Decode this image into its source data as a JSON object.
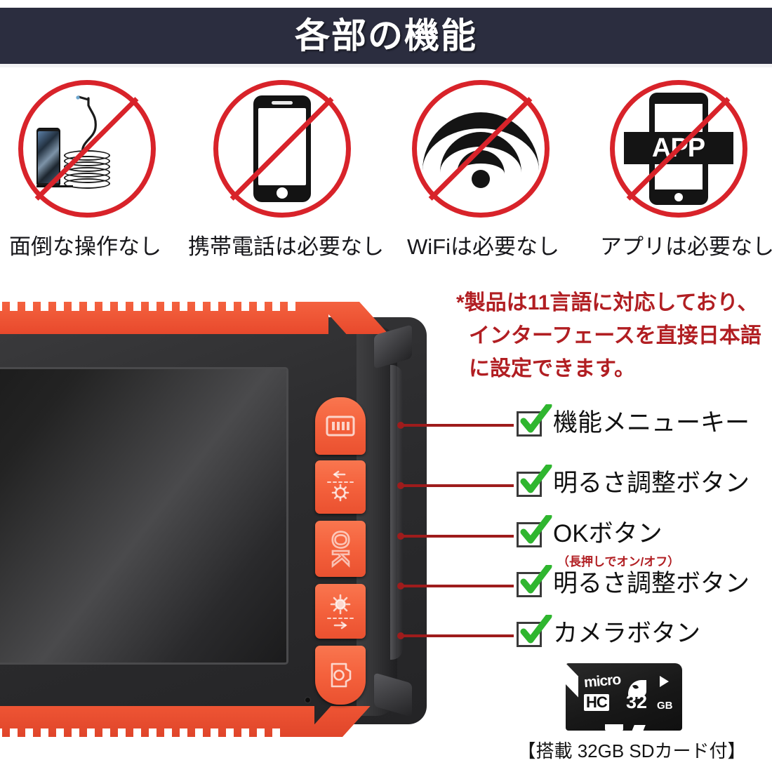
{
  "header": {
    "title": "各部の機能",
    "bg_color": "#2b2d3f",
    "text_color": "#ffffff"
  },
  "colors": {
    "accent_orange": "#f4613c",
    "prohibit_red": "#d8232a",
    "leader_red": "#9e1c1c",
    "note_red": "#b11e22",
    "check_green": "#2fb62f",
    "device_black": "#2d2d2f"
  },
  "no_features": [
    {
      "icon": "no-endoscope-icon",
      "label": "面倒な操作なし"
    },
    {
      "icon": "no-smartphone-icon",
      "label": "携帯電話は必要なし"
    },
    {
      "icon": "no-wifi-icon",
      "label": "WiFiは必要なし"
    },
    {
      "icon": "no-app-icon",
      "label": "アプリは必要なし",
      "app_text": "APP"
    }
  ],
  "note": {
    "line1": "*製品は11言語に対応しており、",
    "line2": "インターフェースを直接日本語",
    "line3": "に設定できます。"
  },
  "callouts": [
    {
      "icon": "menu-button-icon",
      "label": "機能メニューキー",
      "sub": ""
    },
    {
      "icon": "brightness-down-button-icon",
      "label": "明るさ調整ボタン",
      "sub": ""
    },
    {
      "icon": "ok-button-icon",
      "label": "OKボタン",
      "sub": "（長押しでオン/オフ）"
    },
    {
      "icon": "brightness-up-button-icon",
      "label": "明るさ調整ボタン",
      "sub": ""
    },
    {
      "icon": "camera-button-icon",
      "label": "カメラボタン",
      "sub": ""
    }
  ],
  "device_buttons": {
    "ok_label": "OK"
  },
  "sd_card": {
    "micro": "micro",
    "hc": "HC",
    "capacity": "32",
    "unit": "GB",
    "caption": "【搭載 32GB SDカード付】"
  }
}
